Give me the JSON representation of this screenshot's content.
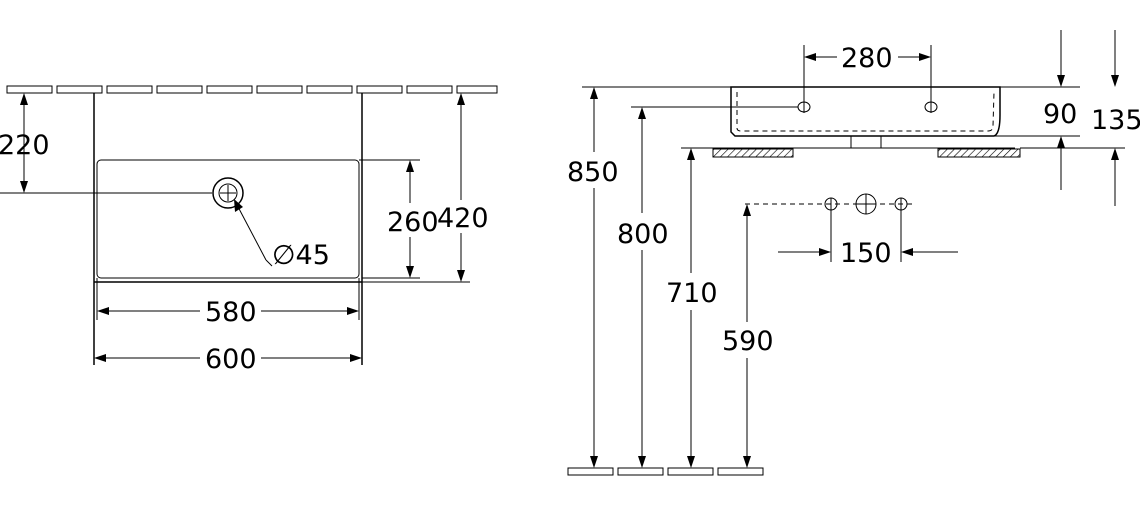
{
  "plan_view": {
    "offset_220": "220",
    "inner_depth_260": "260",
    "outer_depth_420": "420",
    "hole_diameter": "∅45",
    "inner_width_580": "580",
    "outer_width_600": "600"
  },
  "side_view": {
    "height_850": "850",
    "height_800": "800",
    "height_710": "710",
    "height_590": "590",
    "hole_spacing_280": "280",
    "depth_90": "90",
    "depth_135": "135",
    "spacing_150": "150"
  },
  "colors": {
    "line": "#000000",
    "background": "#ffffff"
  }
}
